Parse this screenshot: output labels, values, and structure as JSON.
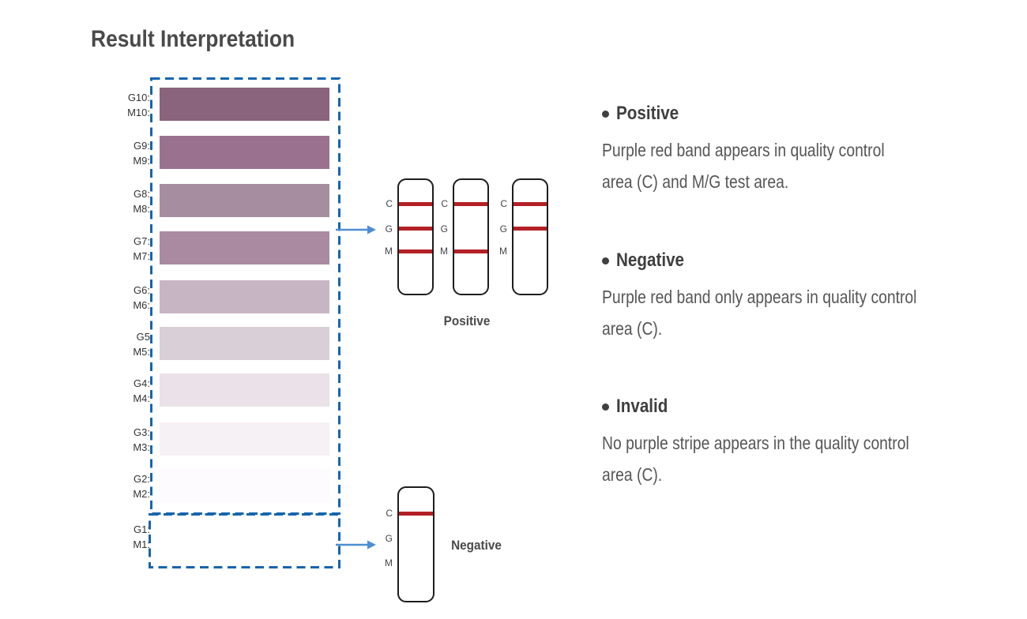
{
  "title": "Result Interpretation",
  "colors": {
    "dash_blue": "#1565ad",
    "arrow_blue": "#4d8ed2",
    "band_red": "#b32025",
    "strip_border": "#1d1d1d",
    "title_text": "#4a4a4a",
    "body_text": "#565656"
  },
  "scale": {
    "rows": [
      {
        "g": "G10:",
        "m": "M10:",
        "color": "#8a637c"
      },
      {
        "g": "G9:",
        "m": "M9:",
        "color": "#9b7190"
      },
      {
        "g": "G8:",
        "m": "M8:",
        "color": "#a78da0"
      },
      {
        "g": "G7:",
        "m": "M7:",
        "color": "#a98aa1"
      },
      {
        "g": "G6:",
        "m": "M6:",
        "color": "#c8b5c4"
      },
      {
        "g": "G5",
        "m": "M5:",
        "color": "#d8cfd7"
      },
      {
        "g": "G4:",
        "m": "M4:",
        "color": "#eae2e8"
      },
      {
        "g": "G3:",
        "m": "M3:",
        "color": "#f6f1f5"
      },
      {
        "g": "G2:",
        "m": "M2:",
        "color": "#fdfbfd"
      },
      {
        "g": "G1:",
        "m": "M1:",
        "color": "#ffffff"
      }
    ]
  },
  "strips": {
    "marker_labels": [
      "C",
      "G",
      "M"
    ],
    "positive_caption": "Positive",
    "negative_caption": "Negative",
    "positive_strips": [
      {
        "bands": [
          "C",
          "G",
          "M"
        ]
      },
      {
        "bands": [
          "C",
          "M"
        ]
      },
      {
        "bands": [
          "C",
          "G"
        ]
      }
    ],
    "negative_strip": {
      "bands": [
        "C"
      ]
    }
  },
  "legend": {
    "items": [
      {
        "heading": "Positive",
        "body": "Purple red band appears in quality control area (C) and M/G test area."
      },
      {
        "heading": "Negative",
        "body": "Purple red band only appears in quality control area (C)."
      },
      {
        "heading": "Invalid",
        "body": "No purple stripe appears in the quality control area (C)."
      }
    ]
  }
}
